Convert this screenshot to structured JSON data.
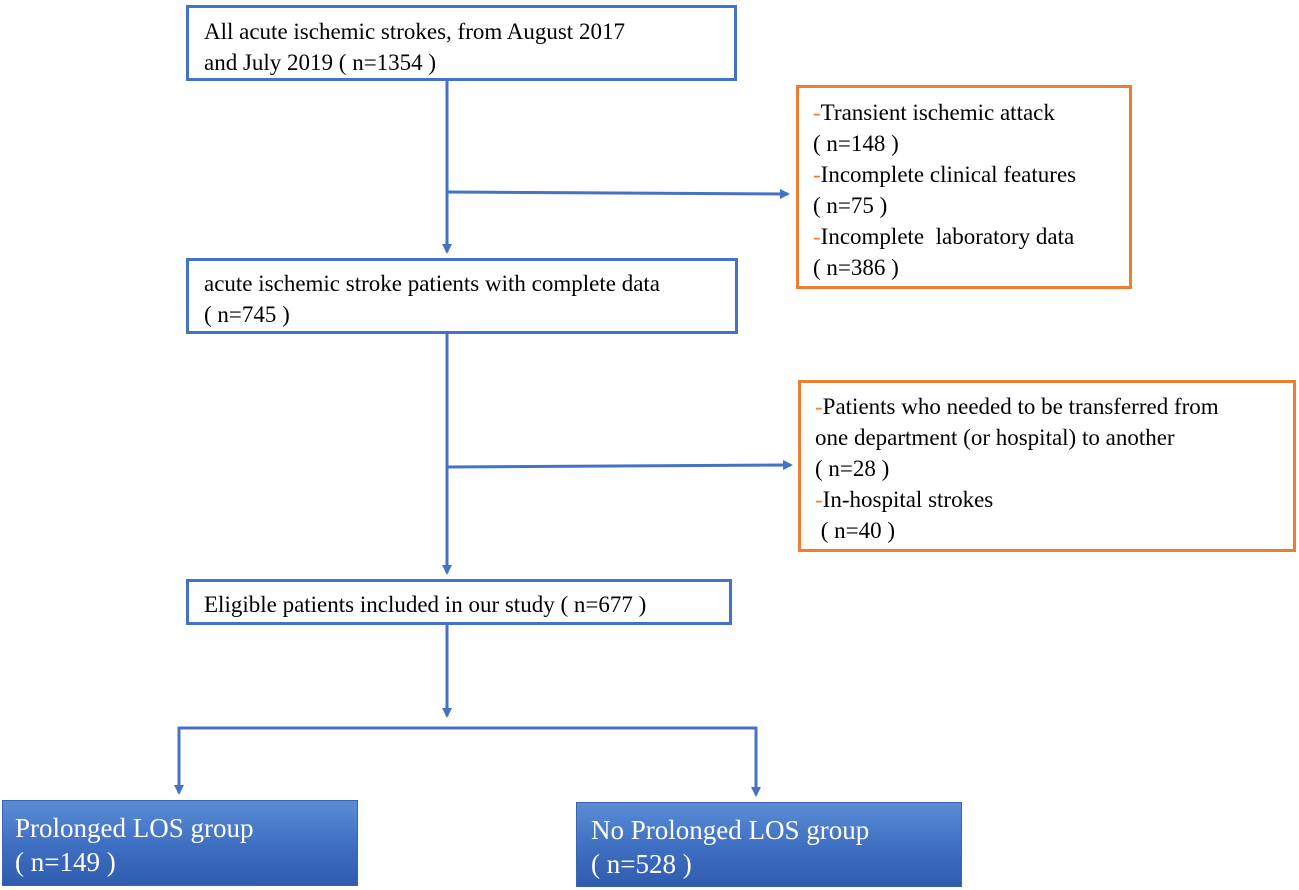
{
  "colors": {
    "blue": "#4472C4",
    "orange": "#ED7D31",
    "group_fill": "#3E6EC1"
  },
  "boxes": {
    "all_strokes": {
      "line1": "All acute ischemic strokes, from August 2017",
      "line2": "and July 2019 ( n=1354 )"
    },
    "complete_data": {
      "line1": "acute ischemic stroke patients with complete data",
      "line2": "( n=745 )"
    },
    "eligible": {
      "line1": "Eligible patients included in our study ( n=677 )"
    }
  },
  "exclusions1": {
    "dash": "-",
    "item1_label": "Transient ischemic attack",
    "item1_count": "( n=148 )",
    "item2_label": "Incomplete clinical features",
    "item2_count": "( n=75 )",
    "item3_label": "Incomplete  laboratory data",
    "item3_count": "( n=386 )"
  },
  "exclusions2": {
    "dash": "-",
    "item1_label": "Patients who needed to be transferred from",
    "item1_label2": "one department (or hospital) to another",
    "item1_count": "( n=28 )",
    "item2_label": "In-hospital strokes",
    "item2_count": " ( n=40 )"
  },
  "groups": {
    "prolonged": {
      "label": "Prolonged LOS group",
      "count": "( n=149 )"
    },
    "no_prolonged": {
      "label": "No Prolonged LOS group",
      "count": "( n=528 )"
    }
  }
}
